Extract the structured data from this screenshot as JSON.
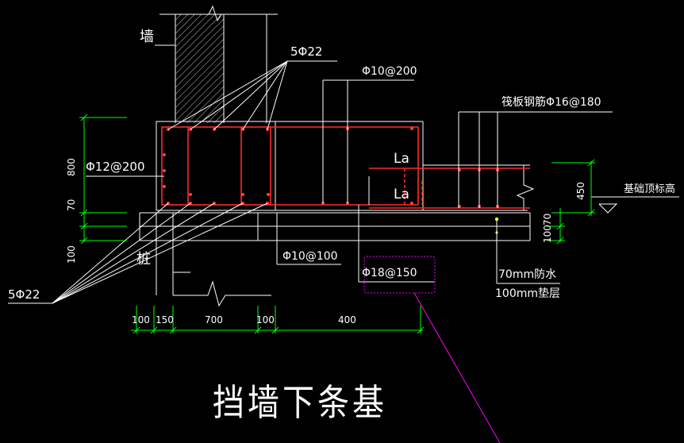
{
  "drawing": {
    "title": "挡墙下条基",
    "labels": {
      "wall": "墙",
      "pile": "桩",
      "rebar_top_5phi22": "5Φ22",
      "rebar_bottom_5phi22": "5Φ22",
      "stirrup_phi10_200": "Φ10@200",
      "raft_rebar": "筏板钢筋Φ16@180",
      "side_rebar_phi12_200": "Φ12@200",
      "la_upper": "La",
      "la_lower": "La",
      "bottom_phi10_100": "Φ10@100",
      "bottom_phi18_150": "Φ18@150",
      "waterproof_70": "70mm防水",
      "cushion_100": "100mm垫层",
      "foundation_top_elev": "基础顶标高"
    },
    "dimensions": {
      "vertical_800": "800",
      "vertical_70": "70",
      "vertical_100": "100",
      "right_450": "450",
      "right_70": "70",
      "right_100": "100",
      "bottom": [
        "100",
        "150",
        "700",
        "100",
        "400"
      ]
    },
    "colors": {
      "background": "#000000",
      "line": "#ffffff",
      "rebar": "#ff2a2a",
      "dimension": "#00ff00",
      "cloud": "#ff00ff",
      "point": "#ffff00"
    }
  }
}
